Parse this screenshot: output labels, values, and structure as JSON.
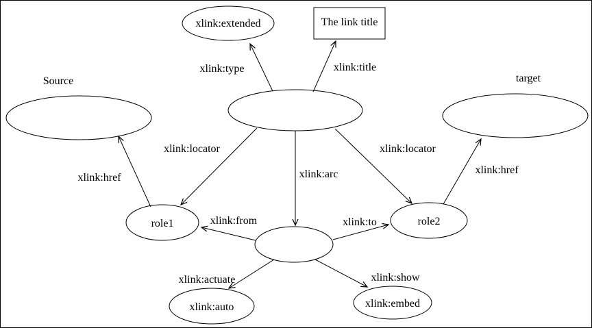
{
  "diagram": {
    "description": "XLink extended link structure diagram",
    "background_color": "#fefefe",
    "stroke_color": "#000000",
    "nodes": {
      "extended": {
        "label": "xlink:extended",
        "shape": "ellipse"
      },
      "link_title": {
        "label": "The link title",
        "shape": "rectangle"
      },
      "main_element": {
        "label": "",
        "shape": "ellipse"
      },
      "source_resource": {
        "label": "",
        "shape": "ellipse",
        "caption": "Source"
      },
      "target_resource": {
        "label": "",
        "shape": "ellipse",
        "caption": "target"
      },
      "role1": {
        "label": "role1",
        "shape": "ellipse"
      },
      "role2": {
        "label": "role2",
        "shape": "ellipse"
      },
      "arc_element": {
        "label": "",
        "shape": "ellipse"
      },
      "auto": {
        "label": "xlink:auto",
        "shape": "ellipse"
      },
      "embed": {
        "label": "xlink:embed",
        "shape": "ellipse"
      }
    },
    "captions": {
      "source": "Source",
      "target": "target"
    },
    "edge_labels": {
      "type": "xlink:type",
      "title": "xlink:title",
      "locator_left": "xlink:locator",
      "locator_right": "xlink:locator",
      "arc": "xlink:arc",
      "href_left": "xlink:href",
      "href_right": "xlink:href",
      "from": "xlink:from",
      "to": "xlink:to",
      "actuate": "xlink:actuate",
      "show": "xlink:show"
    }
  }
}
